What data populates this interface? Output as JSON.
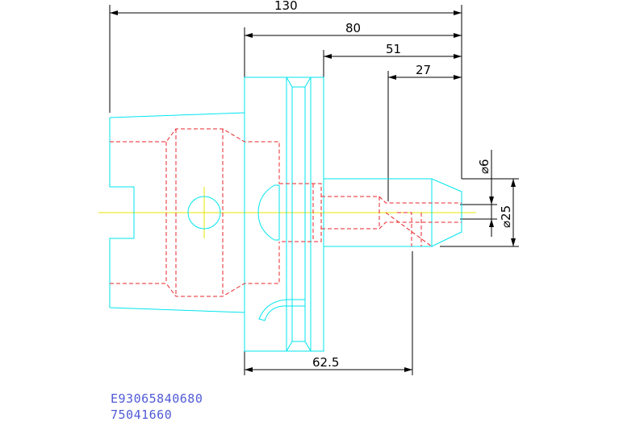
{
  "dimensions": {
    "overall_length": "130",
    "length_80": "80",
    "length_51": "51",
    "length_27": "27",
    "length_62_5": "62.5",
    "diameter_6": "⌀6",
    "diameter_25": "⌀25"
  },
  "labels": {
    "code_1": "E93065840680",
    "code_2": "75041660"
  },
  "colors": {
    "outline": "#00e5ee",
    "hidden": "#e8262a",
    "centerline": "#e6e600",
    "dimension": "#000000",
    "code_text": "#4f5bd5"
  }
}
